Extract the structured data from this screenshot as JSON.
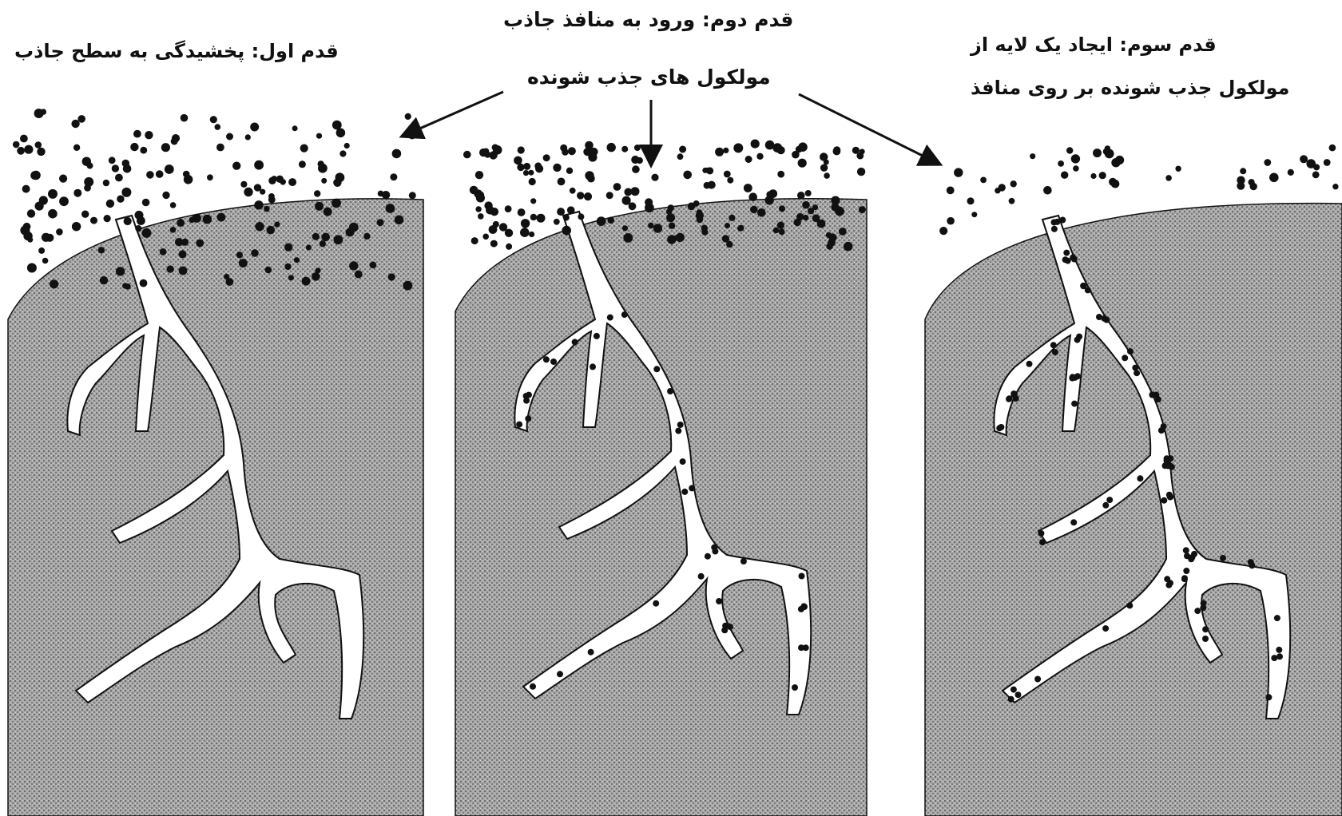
{
  "labels": {
    "step1": "قدم اول: پخشیدگی به سطح جاذب",
    "step2_line1": "قدم دوم: ورود به منافذ جاذب",
    "step2_line2": "مولکول های جذب شونده",
    "step3_line1": "قدم سوم: ایجاد یک لایه از",
    "step3_line2": "مولکول جذب شونده بر روی منافذ"
  },
  "panels": [
    {
      "id": "panel-step1",
      "pore_molecules": false
    },
    {
      "id": "panel-step2",
      "pore_molecules": true
    },
    {
      "id": "panel-step3",
      "pore_molecules": true
    }
  ],
  "colors": {
    "adsorbent": "#a6a6a6",
    "pore": "#ffffff",
    "molecule": "#111111",
    "outline": "#111111"
  }
}
